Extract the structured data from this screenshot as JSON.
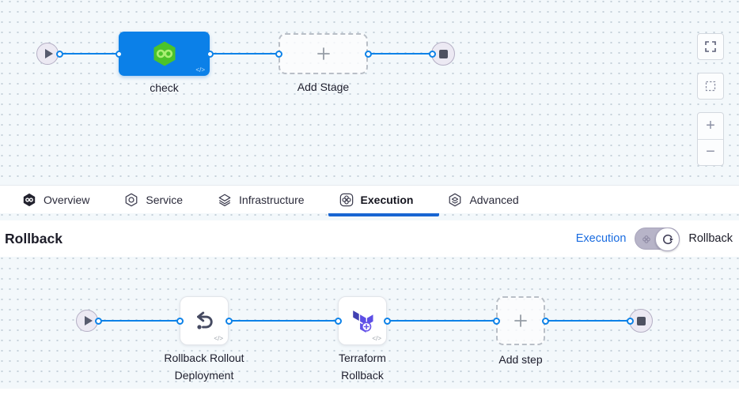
{
  "colors": {
    "accent_blue": "#0d82e8",
    "link_blue": "#1a6ce0",
    "stage_blue": "#0b80e8",
    "harness_green": "#4cc32a",
    "terraform_purple": "#5c4ee5"
  },
  "top_pipeline": {
    "stage_label": "check",
    "add_stage_label": "Add Stage",
    "code_glyph": "</>"
  },
  "canvas_controls": {
    "zoom_in": "+",
    "zoom_out": "−"
  },
  "tabs": {
    "items": [
      {
        "label": "Overview"
      },
      {
        "label": "Service"
      },
      {
        "label": "Infrastructure"
      },
      {
        "label": "Execution"
      },
      {
        "label": "Advanced"
      }
    ],
    "active": "Execution"
  },
  "panel": {
    "title": "Rollback",
    "mode_link": "Execution",
    "mode_label": "Rollback"
  },
  "bottom_pipeline": {
    "steps": [
      {
        "label_line1": "Rollback Rollout",
        "label_line2": "Deployment"
      },
      {
        "label_line1": "Terraform",
        "label_line2": "Rollback"
      }
    ],
    "add_step_label": "Add step",
    "code_glyph": "</>"
  }
}
